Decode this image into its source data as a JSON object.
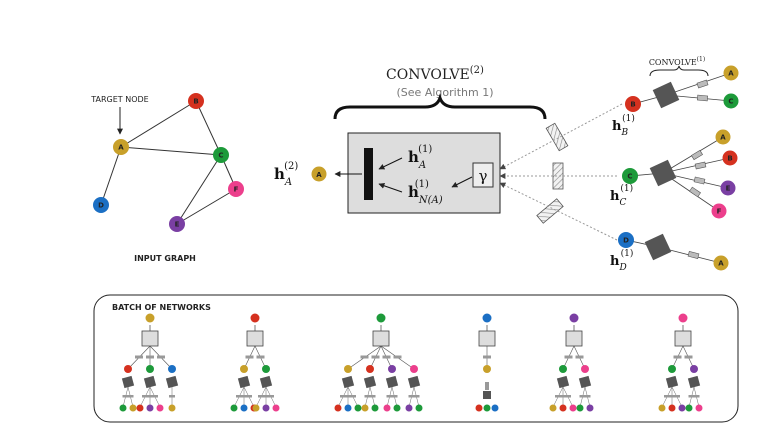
{
  "input_graph": {
    "target_label": "TARGET NODE",
    "caption": "INPUT GRAPH",
    "nodes": [
      {
        "id": "A",
        "label": "A",
        "color": "#c8a02a"
      },
      {
        "id": "B",
        "label": "B",
        "color": "#d5311f"
      },
      {
        "id": "C",
        "label": "C",
        "color": "#1d9a3a"
      },
      {
        "id": "D",
        "label": "D",
        "color": "#1b6fc4"
      },
      {
        "id": "E",
        "label": "E",
        "color": "#7a3fa3"
      },
      {
        "id": "F",
        "label": "F",
        "color": "#ec3f8c"
      }
    ],
    "edges": [
      [
        "A",
        "B"
      ],
      [
        "A",
        "C"
      ],
      [
        "A",
        "D"
      ],
      [
        "B",
        "C"
      ],
      [
        "C",
        "E"
      ],
      [
        "C",
        "F"
      ],
      [
        "E",
        "F"
      ]
    ]
  },
  "convolve": {
    "title": "CONVOLVE",
    "title_sup": "(2)",
    "subtitle": "(See Algorithm 1)",
    "h_a1": "h",
    "h_a1_sub": "A",
    "h_a1_sup": "(1)",
    "h_na1": "h",
    "h_na1_sub": "N(A)",
    "h_na1_sup": "(1)",
    "gamma": "γ",
    "out_h": "h",
    "out_sub": "A",
    "out_sup": "(2)",
    "out_node": "A"
  },
  "convolve1": {
    "title": "CONVOLVE",
    "title_sup": "(1)"
  },
  "neighbors": [
    {
      "id": "B",
      "h_sub": "B",
      "h_sup": "(1)",
      "children": [
        "A",
        "C"
      ]
    },
    {
      "id": "C",
      "h_sub": "C",
      "h_sup": "(1)",
      "children": [
        "A",
        "B",
        "E",
        "F"
      ]
    },
    {
      "id": "D",
      "h_sub": "D",
      "h_sup": "(1)",
      "children": [
        "A"
      ]
    }
  ],
  "batch": {
    "title": "BATCH OF NETWORKS",
    "networks": [
      "A",
      "B",
      "C",
      "D",
      "E",
      "F"
    ]
  },
  "colors": {
    "box_fill": "#dddddd",
    "dark_square": "#555555",
    "black_bar": "#111111"
  }
}
